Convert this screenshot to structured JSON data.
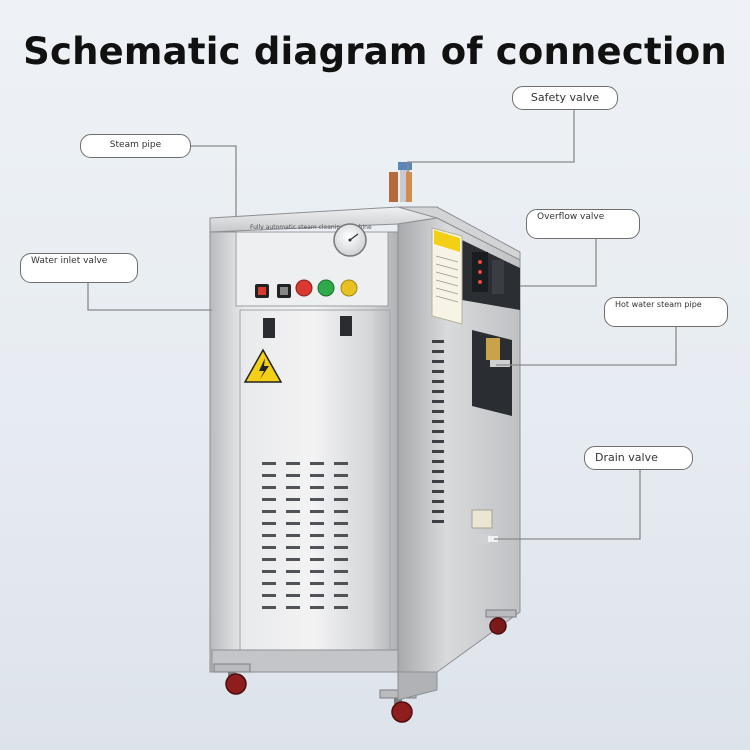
{
  "title": "Schematic diagram of connection",
  "labels": {
    "safety_valve": "Safety valve",
    "steam_pipe": "Steam pipe",
    "overflow_valve": "Overflow valve",
    "water_inlet_valve": "Water inlet valve",
    "hot_water_steam_pipe": "Hot water steam pipe",
    "drain_valve": "Drain valve"
  },
  "machine": {
    "nameplate": "Fully automatic steam cleaning machine"
  },
  "colors": {
    "steel_light": "#e8e9ea",
    "steel_mid": "#c9cbcd",
    "steel_dark": "#9a9c9f",
    "panel_dark": "#2b2e33",
    "button_red": "#d83a32",
    "button_green": "#2faa4a",
    "button_yellow": "#e7c21e",
    "warning_yellow": "#f3cf16",
    "caster_red": "#8e1e1e"
  }
}
